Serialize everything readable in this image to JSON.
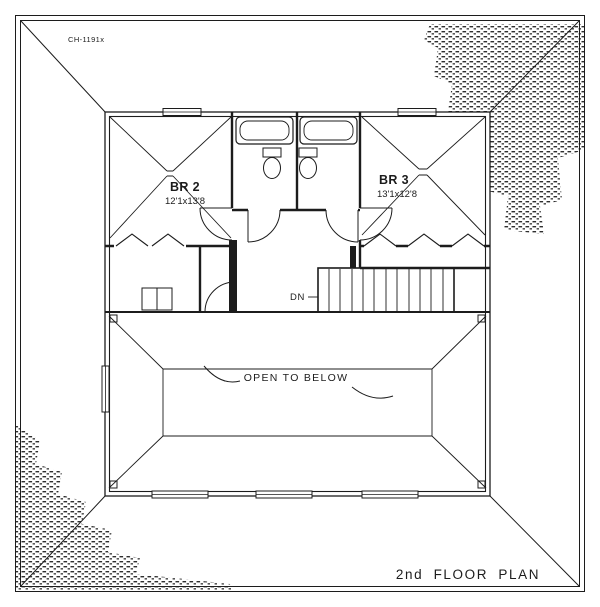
{
  "sheet": {
    "background_color": "#ffffff",
    "line_color": "#1c1c1c",
    "drawing_number": "CH-1191x",
    "title": "2nd FLOOR PLAN"
  },
  "rooms": [
    {
      "name": "BR 2",
      "dimensions": "12'1x13'8"
    },
    {
      "name": "BR 3",
      "dimensions": "13'1x12'8"
    }
  ],
  "labels": {
    "stairs": "DN",
    "open_area": "OPEN TO BELOW"
  }
}
